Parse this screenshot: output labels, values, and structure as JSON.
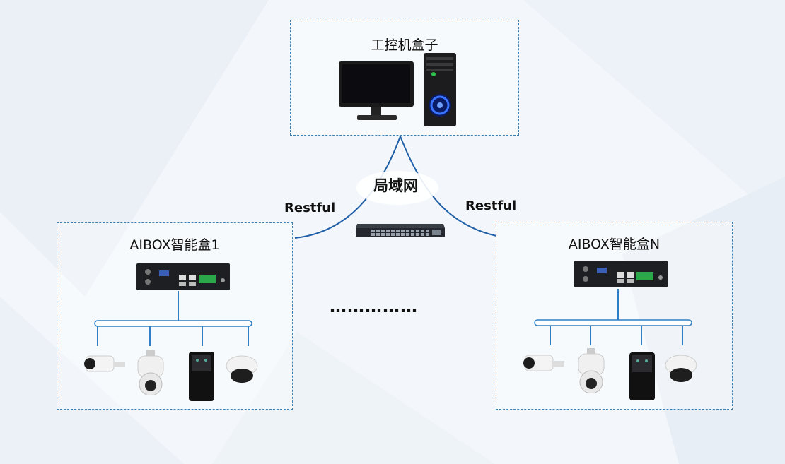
{
  "nodes": {
    "ipc_box_title": "工控机盒子",
    "aibox_1_title": "AIBOX智能盒1",
    "aibox_n_title": "AIBOX智能盒N"
  },
  "network": {
    "lan_label": "局域网",
    "link_left_label": "Restful",
    "link_right_label": "Restful"
  },
  "ellipsis": "……………",
  "colors": {
    "link": "#1f5fa8",
    "bus": "#2f7fc4",
    "box_border": "#3d7fb0"
  }
}
